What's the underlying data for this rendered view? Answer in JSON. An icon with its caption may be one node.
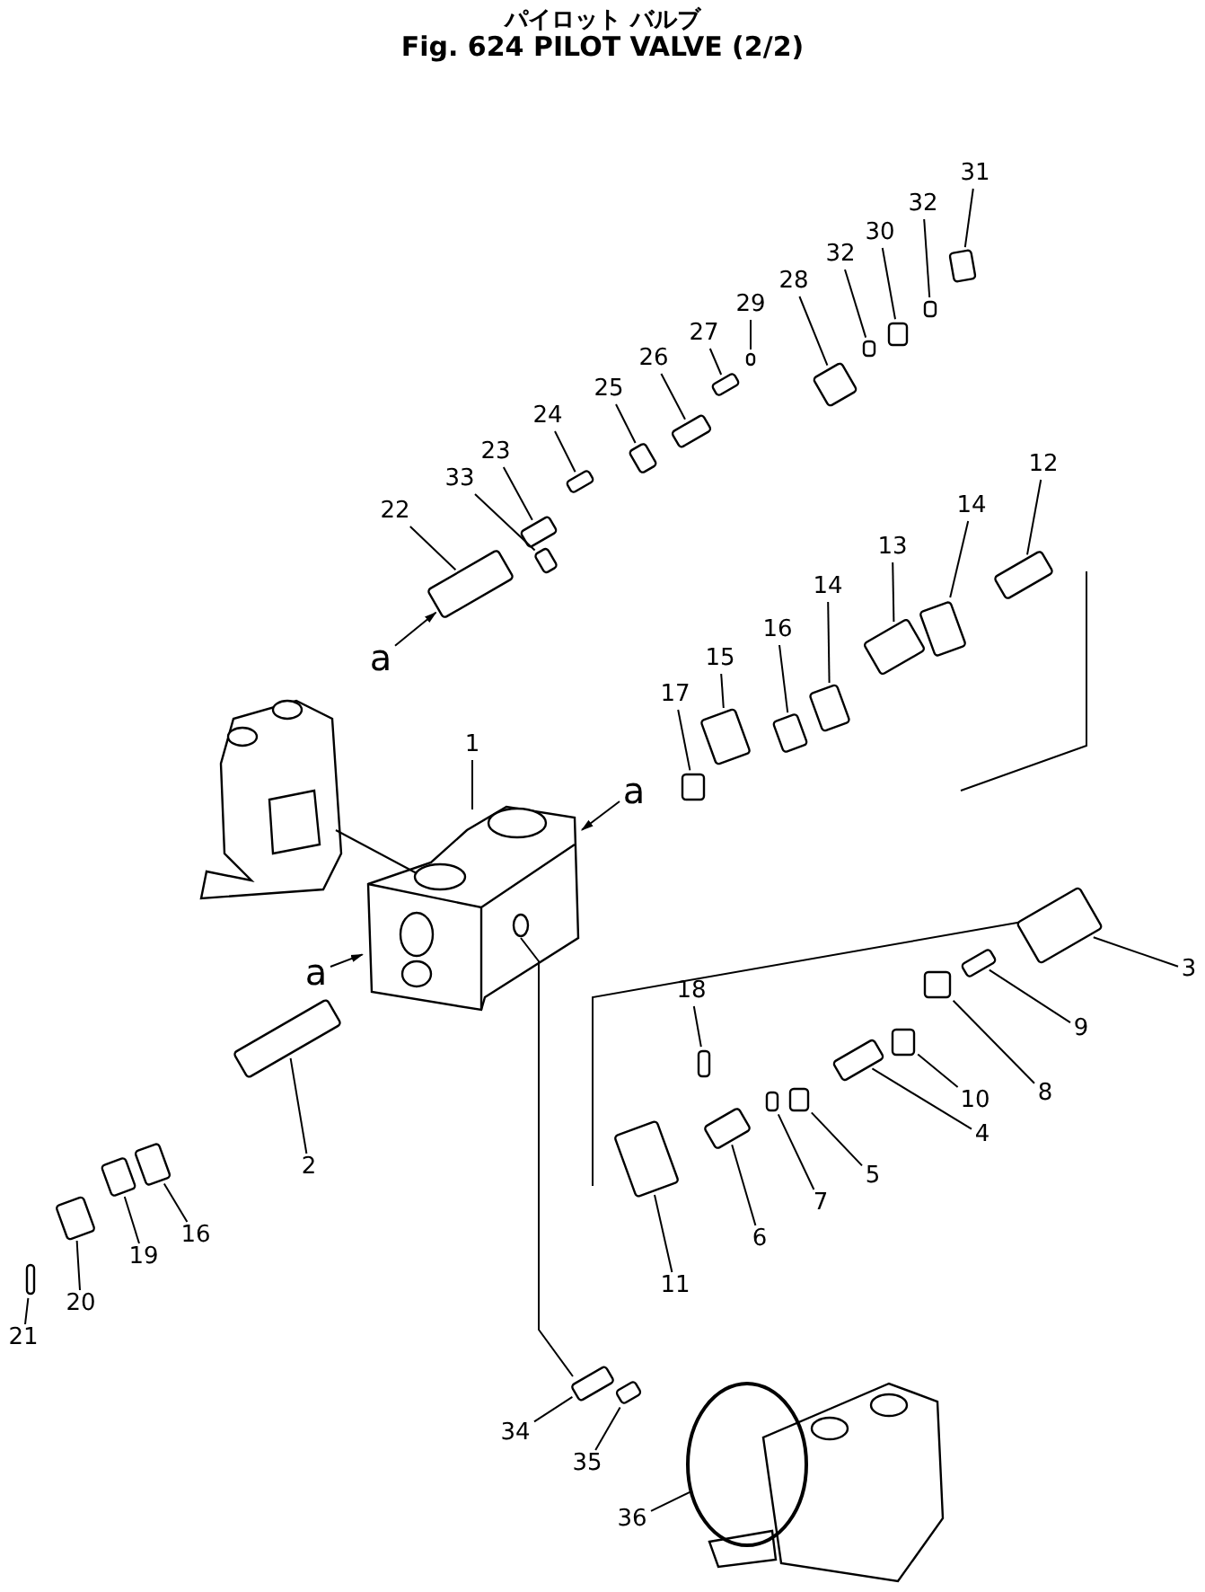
{
  "diagram": {
    "title": "Fig. 624 PILOT VALVE (2/2)",
    "nodes": [
      {
        "text": [
          "1"
        ]
      },
      {
        "text": [
          "2"
        ]
      },
      {
        "text": [
          "3"
        ]
      },
      {
        "text": [
          "4"
        ]
      },
      {
        "text": [
          "5"
        ]
      },
      {
        "text": [
          "6"
        ]
      },
      {
        "text": [
          "7"
        ]
      },
      {
        "text": [
          "8"
        ]
      },
      {
        "text": [
          "9"
        ]
      },
      {
        "text": [
          "10"
        ]
      },
      {
        "text": [
          "11"
        ]
      },
      {
        "text": [
          "12"
        ]
      },
      {
        "text": [
          "13"
        ]
      },
      {
        "text": [
          "14"
        ]
      },
      {
        "text": [
          "14"
        ]
      },
      {
        "text": [
          "15"
        ]
      },
      {
        "text": [
          "16"
        ]
      },
      {
        "text": [
          "16"
        ]
      },
      {
        "text": [
          "17"
        ]
      },
      {
        "text": [
          "18"
        ]
      },
      {
        "text": [
          "19"
        ]
      },
      {
        "text": [
          "20"
        ]
      },
      {
        "text": [
          "21"
        ]
      },
      {
        "text": [
          "22"
        ]
      },
      {
        "text": [
          "23"
        ]
      },
      {
        "text": [
          "24"
        ]
      },
      {
        "text": [
          "25"
        ]
      },
      {
        "text": [
          "26"
        ]
      },
      {
        "text": [
          "27"
        ]
      },
      {
        "text": [
          "28"
        ]
      },
      {
        "text": [
          "29"
        ]
      },
      {
        "text": [
          "30"
        ]
      },
      {
        "text": [
          "31"
        ]
      },
      {
        "text": [
          "32"
        ]
      },
      {
        "text": [
          "32"
        ]
      },
      {
        "text": [
          "33"
        ]
      },
      {
        "text": [
          "34"
        ]
      },
      {
        "text": [
          "35"
        ]
      },
      {
        "text": [
          "36"
        ]
      },
      {
        "text": [
          "a"
        ]
      },
      {
        "text": [
          "a"
        ]
      },
      {
        "text": [
          "a"
        ]
      },
      {
        "text": [],
        "shape": "picture"
      },
      {
        "text": [],
        "shape": "box"
      },
      {
        "text": [],
        "shape": "box"
      },
      {
        "text": [],
        "shape": "box"
      },
      {
        "text": [],
        "shape": "box"
      },
      {
        "text": [],
        "shape": "box"
      },
      {
        "text": [],
        "shape": "box"
      },
      {
        "text": [],
        "shape": "box"
      },
      {
        "text": [],
        "shape": "box"
      },
      {
        "text": [],
        "shape": "box"
      },
      {
        "text": [],
        "shape": "box"
      },
      {
        "text": [],
        "shape": "box"
      },
      {
        "text": [],
        "shape": "box"
      },
      {
        "text": [],
        "shape": "box"
      },
      {
        "text": [],
        "shape": "box"
      },
      {
        "text": [],
        "shape": "box"
      },
      {
        "text": [],
        "shape": "box"
      },
      {
        "text": [],
        "shape": "box"
      },
      {
        "text": [],
        "shape": "box"
      },
      {
        "text": [],
        "shape": "box"
      },
      {
        "text": [],
        "shape": "box"
      },
      {
        "text": [],
        "shape": "box"
      },
      {
        "text": [],
        "shape": "box"
      },
      {
        "text": [],
        "shape": "box"
      },
      {
        "text": [],
        "shape": "box"
      },
      {
        "text": [],
        "shape": "box"
      },
      {
        "text": [],
        "shape": "box"
      },
      {
        "text": [],
        "shape": "box"
      },
      {
        "text": [],
        "shape": "box"
      },
      {
        "text": [],
        "shape": "box"
      },
      {
        "text": [],
        "shape": "box"
      },
      {
        "text": [],
        "shape": "box"
      },
      {
        "text": [],
        "shape": "box"
      },
      {
        "text": [],
        "shape": "box"
      },
      {
        "text": [],
        "shape": "box"
      },
      {
        "text": [],
        "shape": "box"
      },
      {
        "text": [],
        "shape": "box"
      },
      {
        "text": [],
        "shape": "box"
      },
      {
        "text": [],
        "shape": "circle"
      },
      {
        "text": [],
        "shape": "picture"
      }
    ],
    "edges": [
      {
        "from": 0,
        "to": 42,
        "arrow": "none"
      },
      {
        "from": 1,
        "to": 43,
        "arrow": "none"
      },
      {
        "from": 2,
        "to": 44,
        "arrow": "none"
      },
      {
        "from": 3,
        "to": 45,
        "arrow": "none"
      },
      {
        "from": 4,
        "to": 46,
        "arrow": "none"
      },
      {
        "from": 5,
        "to": 47,
        "arrow": "none"
      },
      {
        "from": 6,
        "to": 48,
        "arrow": "none"
      },
      {
        "from": 7,
        "to": 49,
        "arrow": "none"
      },
      {
        "from": 8,
        "to": 50,
        "arrow": "none"
      },
      {
        "from": 9,
        "to": 51,
        "arrow": "none"
      },
      {
        "from": 10,
        "to": 52,
        "arrow": "none"
      },
      {
        "from": 11,
        "to": 53,
        "arrow": "none"
      },
      {
        "from": 12,
        "to": 54,
        "arrow": "none"
      },
      {
        "from": 13,
        "to": 55,
        "arrow": "none"
      },
      {
        "from": 14,
        "to": 56,
        "arrow": "none"
      },
      {
        "from": 15,
        "to": 57,
        "arrow": "none"
      },
      {
        "from": 16,
        "to": 58,
        "arrow": "none"
      },
      {
        "from": 17,
        "to": 59,
        "arrow": "none"
      },
      {
        "from": 18,
        "to": 60,
        "arrow": "none"
      },
      {
        "from": 19,
        "to": 61,
        "arrow": "none"
      },
      {
        "from": 20,
        "to": 62,
        "arrow": "none"
      },
      {
        "from": 21,
        "to": 63,
        "arrow": "none"
      },
      {
        "from": 22,
        "to": 64,
        "arrow": "none"
      },
      {
        "from": 23,
        "to": 65,
        "arrow": "none"
      },
      {
        "from": 24,
        "to": 66,
        "arrow": "none"
      },
      {
        "from": 25,
        "to": 67,
        "arrow": "none"
      },
      {
        "from": 26,
        "to": 68,
        "arrow": "none"
      },
      {
        "from": 27,
        "to": 69,
        "arrow": "none"
      },
      {
        "from": 28,
        "to": 70,
        "arrow": "none"
      },
      {
        "from": 29,
        "to": 71,
        "arrow": "none"
      },
      {
        "from": 30,
        "to": 72,
        "arrow": "none"
      },
      {
        "from": 31,
        "to": 73,
        "arrow": "none"
      },
      {
        "from": 32,
        "to": 74,
        "arrow": "none"
      },
      {
        "from": 33,
        "to": 75,
        "arrow": "none"
      },
      {
        "from": 34,
        "to": 76,
        "arrow": "none"
      },
      {
        "from": 35,
        "to": 77,
        "arrow": "none"
      },
      {
        "from": 36,
        "to": 78,
        "arrow": "none"
      },
      {
        "from": 37,
        "to": 79,
        "arrow": "none"
      },
      {
        "from": 38,
        "to": 80,
        "arrow": "none"
      },
      {
        "from": 39,
        "to": 65,
        "arrow": "to"
      },
      {
        "from": 40,
        "to": 42,
        "arrow": "to"
      },
      {
        "from": 41,
        "to": 42,
        "arrow": "to"
      },
      {
        "from": 42,
        "to": 81,
        "arrow": "none"
      },
      {
        "from": 42,
        "to": 78,
        "arrow": "none"
      }
    ],
    "labels": [
      "パイロット バルブ"
    ]
  }
}
